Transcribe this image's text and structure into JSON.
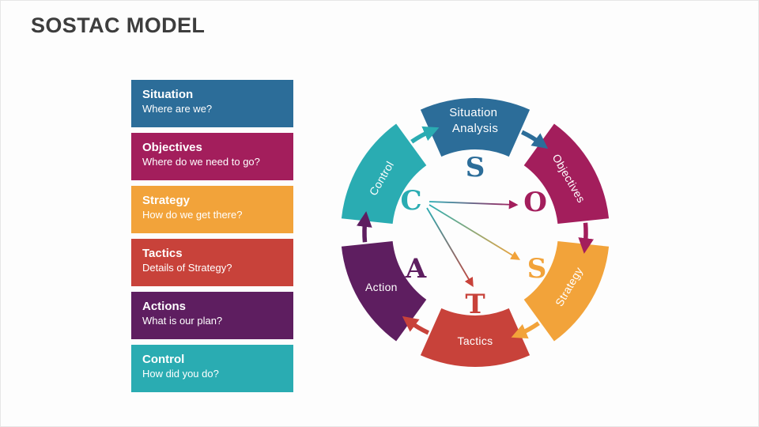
{
  "title": "SOSTAC MODEL",
  "colors": {
    "blue": "#2c6d99",
    "magenta": "#a31e5c",
    "orange": "#f2a33a",
    "red": "#c8423a",
    "purple": "#5e1e60",
    "teal": "#2aacb2",
    "title_text": "#3d3d3d",
    "label_text": "#ffffff"
  },
  "legend": [
    {
      "heading": "Situation",
      "question": "Where are we?"
    },
    {
      "heading": "Objectives",
      "question": "Where do we need to go?"
    },
    {
      "heading": "Strategy",
      "question": "How do we get there?"
    },
    {
      "heading": "Tactics",
      "question": "Details of Strategy?"
    },
    {
      "heading": "Actions",
      "question": "What is our plan?"
    },
    {
      "heading": "Control",
      "question": "How did you do?"
    }
  ],
  "wheel": {
    "segments": [
      {
        "label": "Situation Analysis",
        "label_line1": "Situation",
        "label_line2": "Analysis",
        "letter": "S"
      },
      {
        "label": "Objectives",
        "letter": "O"
      },
      {
        "label": "Strategy",
        "letter": "S"
      },
      {
        "label": "Tactics",
        "letter": "T"
      },
      {
        "label": "Action",
        "letter": "A"
      },
      {
        "label": "Control",
        "letter": "C"
      }
    ]
  }
}
